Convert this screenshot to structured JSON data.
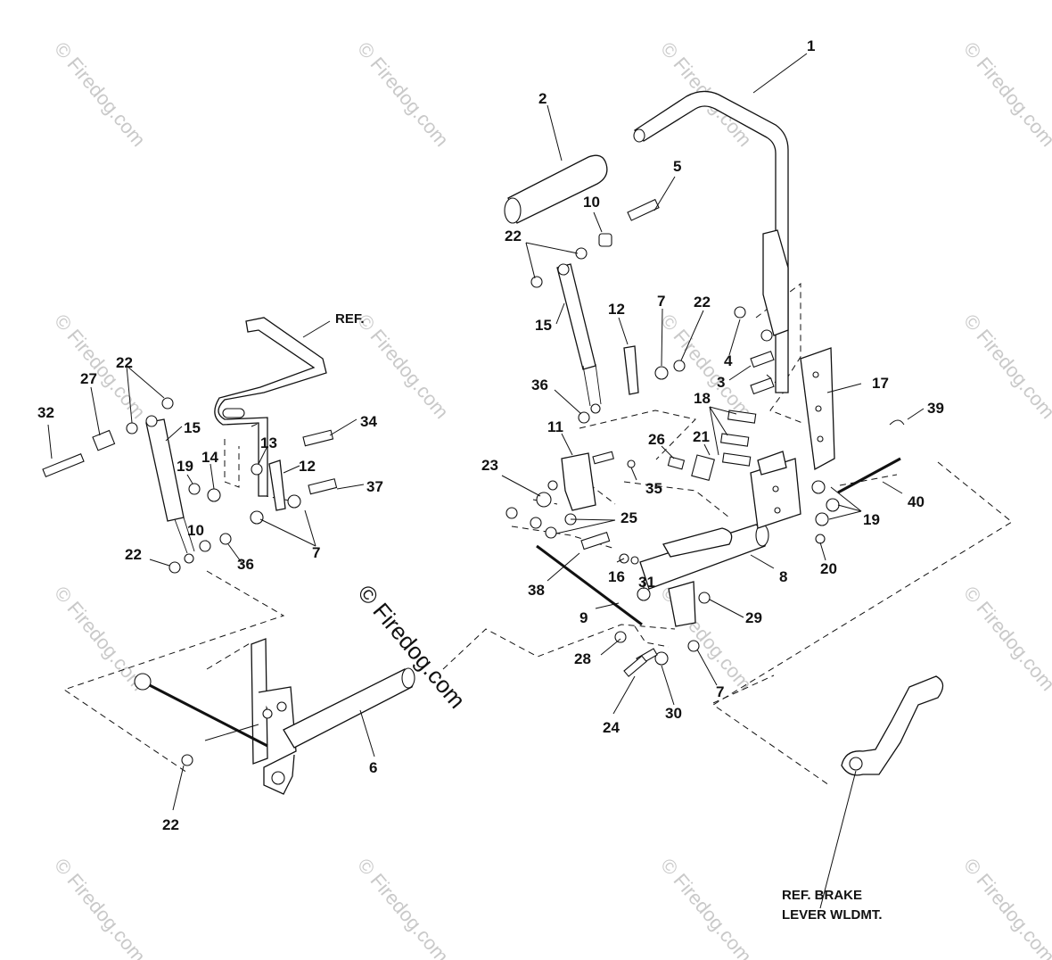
{
  "watermark": {
    "text": "© Firedog.com",
    "center_text": "© Firedog.com"
  },
  "notes": {
    "ref_top": "REF.",
    "ref_brake_line1": "REF. BRAKE",
    "ref_brake_line2": "LEVER WLDMT."
  },
  "callouts": {
    "c1": "1",
    "c2": "2",
    "c3": "3",
    "c4": "4",
    "c5": "5",
    "c6": "6",
    "c7a": "7",
    "c7b": "7",
    "c7c": "7",
    "c8": "8",
    "c9": "9",
    "c10a": "10",
    "c10b": "10",
    "c11": "11",
    "c12a": "12",
    "c12b": "12",
    "c13": "13",
    "c14": "14",
    "c15a": "15",
    "c15b": "15",
    "c16": "16",
    "c17": "17",
    "c18": "18",
    "c19a": "19",
    "c19b": "19",
    "c20": "20",
    "c21": "21",
    "c22a": "22",
    "c22b": "22",
    "c22c": "22",
    "c22d": "22",
    "c22e": "22",
    "c23": "23",
    "c24": "24",
    "c25": "25",
    "c26": "26",
    "c27": "27",
    "c28": "28",
    "c29": "29",
    "c30": "30",
    "c31": "31",
    "c32": "32",
    "c34": "34",
    "c35": "35",
    "c36a": "36",
    "c36b": "36",
    "c37": "37",
    "c38": "38",
    "c39": "39",
    "c40": "40"
  }
}
